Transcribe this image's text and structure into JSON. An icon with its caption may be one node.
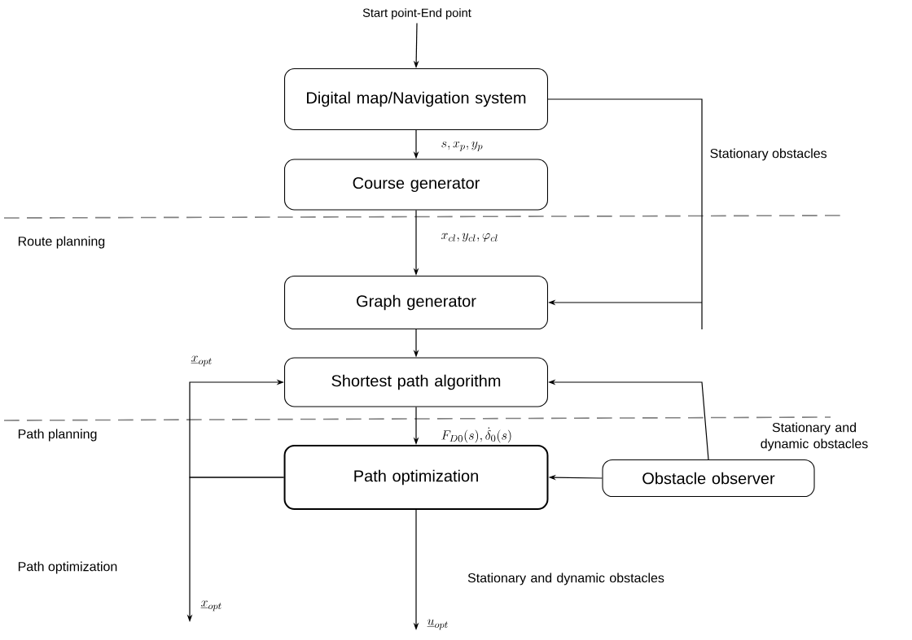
{
  "diagram": {
    "nodes": [
      {
        "text": [
          "Start point-End point"
        ]
      },
      {
        "text": [
          "Digital map/Navigation system"
        ]
      },
      {
        "text": [
          "Course generator"
        ]
      },
      {
        "text": [
          "Graph generator"
        ]
      },
      {
        "text": [
          "Shortest path algorithm"
        ]
      },
      {
        "text": [
          "Path optimization"
        ]
      },
      {
        "text": [
          "Obstacle observer"
        ]
      }
    ],
    "edges": [
      {
        "from": 0,
        "to": 1,
        "arrow": "to"
      },
      {
        "from": 1,
        "to": 2,
        "arrow": "to",
        "label": "s, x_p, y_p"
      },
      {
        "from": 2,
        "to": 3,
        "arrow": "to",
        "label": "x_{cl}, y_{cl}, \\varphi_{cl}"
      },
      {
        "from": 1,
        "to": 3,
        "arrow": "to",
        "label": "Stationary obstacles"
      },
      {
        "from": 3,
        "to": 4,
        "arrow": "to"
      },
      {
        "from": 4,
        "to": 5,
        "arrow": "to",
        "label": "F_{D0}(s), \\dot{\\delta}_0(s)"
      },
      {
        "from": 6,
        "to": 5,
        "arrow": "to"
      },
      {
        "from": 6,
        "to": 4,
        "arrow": "to",
        "label": "Stationary and dynamic obstacles"
      },
      {
        "from": 5,
        "to": 4,
        "arrow": "to",
        "label": "\\underline{x}_{opt}"
      },
      {
        "from": 5,
        "to": null,
        "arrow": "to",
        "label": "\\underline{x}_{opt}"
      },
      {
        "from": 5,
        "to": null,
        "arrow": "to",
        "label": "\\underline{u}_{opt}"
      }
    ],
    "labels": [
      "Route planning",
      "Path planning",
      "Path optimization",
      "Stationary and dynamic obstacles"
    ]
  }
}
